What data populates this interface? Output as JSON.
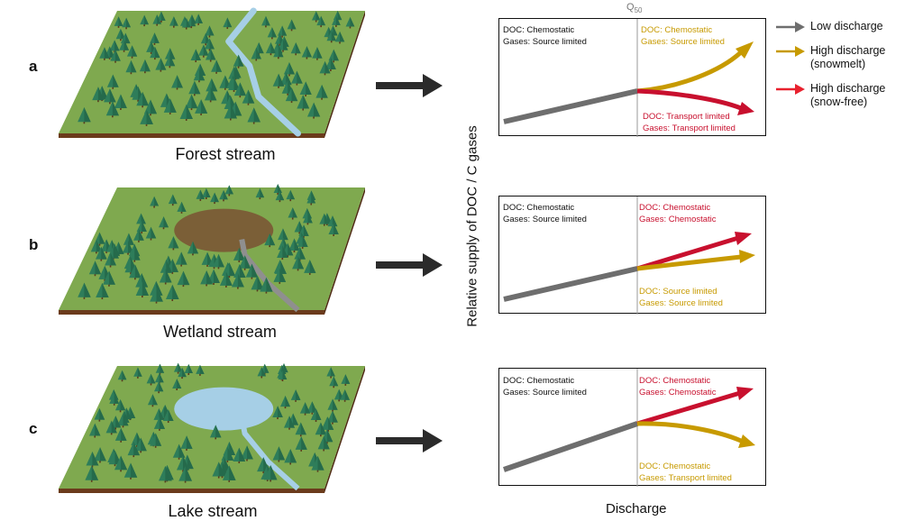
{
  "colors": {
    "low_discharge": "#6e6e6e",
    "snowmelt": "#c79a00",
    "snow_free": "#c8102e",
    "grass": "#7fa94f",
    "soil": "#6b3b1c",
    "water": "#a6cfe6",
    "wetland": "#7a5232",
    "tree": "#2e7d5a"
  },
  "rows": [
    {
      "letter": "a",
      "caption": "Forest stream",
      "feature": "stream",
      "quadrants": {
        "low": [
          "DOC: Chemostatic",
          "Gases: Source limited"
        ],
        "upper_right": [
          "DOC: Chemostatic",
          "Gases: Source limited"
        ],
        "lower_right": [
          "DOC: Transport limited",
          "Gases: Transport limited"
        ]
      },
      "trend": {
        "snowmelt": "up",
        "snow_free": "down"
      }
    },
    {
      "letter": "b",
      "caption": "Wetland stream",
      "feature": "wetland",
      "quadrants": {
        "low": [
          "DOC: Chemostatic",
          "Gases: Source limited"
        ],
        "upper_right": [
          "DOC: Chemostatic",
          "Gases: Chemostatic"
        ],
        "lower_right": [
          "DOC: Source limited",
          "Gases: Source limited"
        ]
      },
      "trend": {
        "snowmelt": "up_slight",
        "snow_free": "up"
      }
    },
    {
      "letter": "c",
      "caption": "Lake stream",
      "feature": "lake",
      "quadrants": {
        "low": [
          "DOC: Chemostatic",
          "Gases: Source limited"
        ],
        "upper_right": [
          "DOC: Chemostatic",
          "Gases: Chemostatic"
        ],
        "lower_right": [
          "DOC: Chemostatic",
          "Gases: Transport limited"
        ]
      },
      "trend": {
        "snowmelt": "down",
        "snow_free": "up"
      }
    }
  ],
  "q50_label": "Q",
  "q50_sub": "50",
  "y_axis_label": "Relative supply of DOC / C gases",
  "x_axis_label": "Discharge",
  "legend": [
    {
      "lines": [
        "Low discharge"
      ],
      "color_key": "low_discharge"
    },
    {
      "lines": [
        "High discharge",
        "(snowmelt)"
      ],
      "color_key": "snowmelt"
    },
    {
      "lines": [
        "High discharge",
        "(snow-free)"
      ],
      "color_key": "snow_free"
    }
  ]
}
